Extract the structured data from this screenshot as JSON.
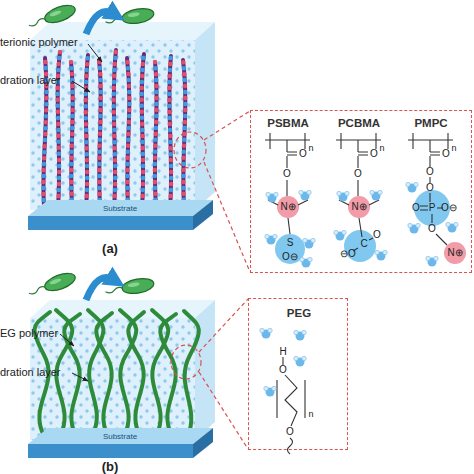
{
  "diagram": {
    "nodes": [
      {
        "text": [
          "Substrate"
        ]
      },
      {
        "text": [
          "PSBMA",
          "PCBMA",
          "PMPC"
        ]
      },
      {
        "text": [
          "Substrate"
        ]
      },
      {
        "text": [
          "PEG"
        ]
      }
    ],
    "labels": [
      "terionic polymer",
      "dration layer",
      "(a)",
      "EG polymer",
      "dration layer",
      "(b)",
      "n",
      "O",
      "O",
      "N⊕",
      "S",
      "O⊖",
      "n",
      "O",
      "O",
      "N⊕",
      "⊖O",
      "C",
      "O",
      "n",
      "O",
      "O",
      "O",
      "O",
      "P",
      "O⊖",
      "O",
      "N⊕",
      "H",
      "O",
      "n",
      "O"
    ]
  }
}
